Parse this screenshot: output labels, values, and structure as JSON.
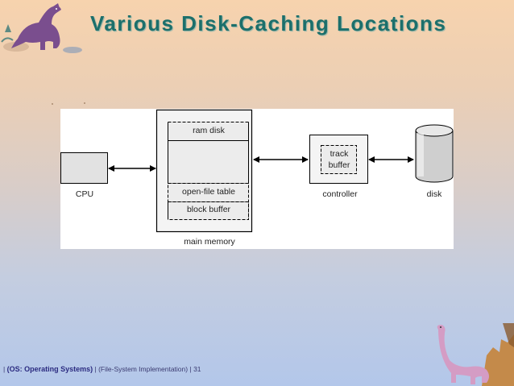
{
  "slide": {
    "title": "Various Disk-Caching Locations",
    "page_number": "31"
  },
  "diagram": {
    "cpu_label": "CPU",
    "ram_disk_label": "ram disk",
    "open_file_table_label": "open-file table",
    "block_buffer_label": "block buffer",
    "main_memory_label": "main memory",
    "controller_label": "controller",
    "track_buffer_line1": "track",
    "track_buffer_line2": "buffer",
    "disk_label": "disk"
  },
  "footer": {
    "sep1": "|",
    "course": "(OS: Operating Systems)",
    "sep2": "|",
    "chapter": "(File-System Implementation)",
    "sep3": "|"
  }
}
